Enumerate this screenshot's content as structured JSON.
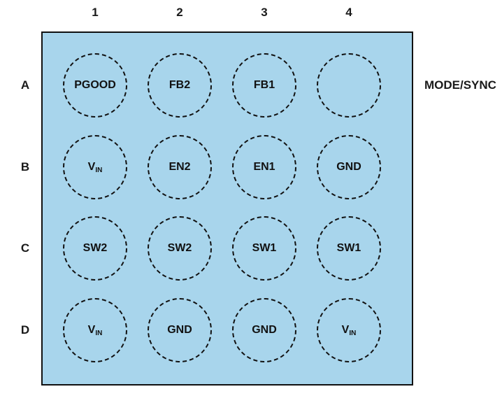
{
  "columns": [
    "1",
    "2",
    "3",
    "4"
  ],
  "rows": [
    "A",
    "B",
    "C",
    "D"
  ],
  "side_label": "MODE/SYNC",
  "pins": [
    [
      {
        "text": "PGOOD"
      },
      {
        "text": "FB2"
      },
      {
        "text": "FB1"
      },
      {
        "text": ""
      }
    ],
    [
      {
        "text": "V",
        "sub": "IN"
      },
      {
        "text": "EN2"
      },
      {
        "text": "EN1"
      },
      {
        "text": "GND"
      }
    ],
    [
      {
        "text": "SW2"
      },
      {
        "text": "SW2"
      },
      {
        "text": "SW1"
      },
      {
        "text": "SW1"
      }
    ],
    [
      {
        "text": "V",
        "sub": "IN"
      },
      {
        "text": "GND"
      },
      {
        "text": "GND"
      },
      {
        "text": "V",
        "sub": "IN"
      }
    ]
  ],
  "colors": {
    "package_fill": "#a8d5ec",
    "outline": "#111111"
  }
}
